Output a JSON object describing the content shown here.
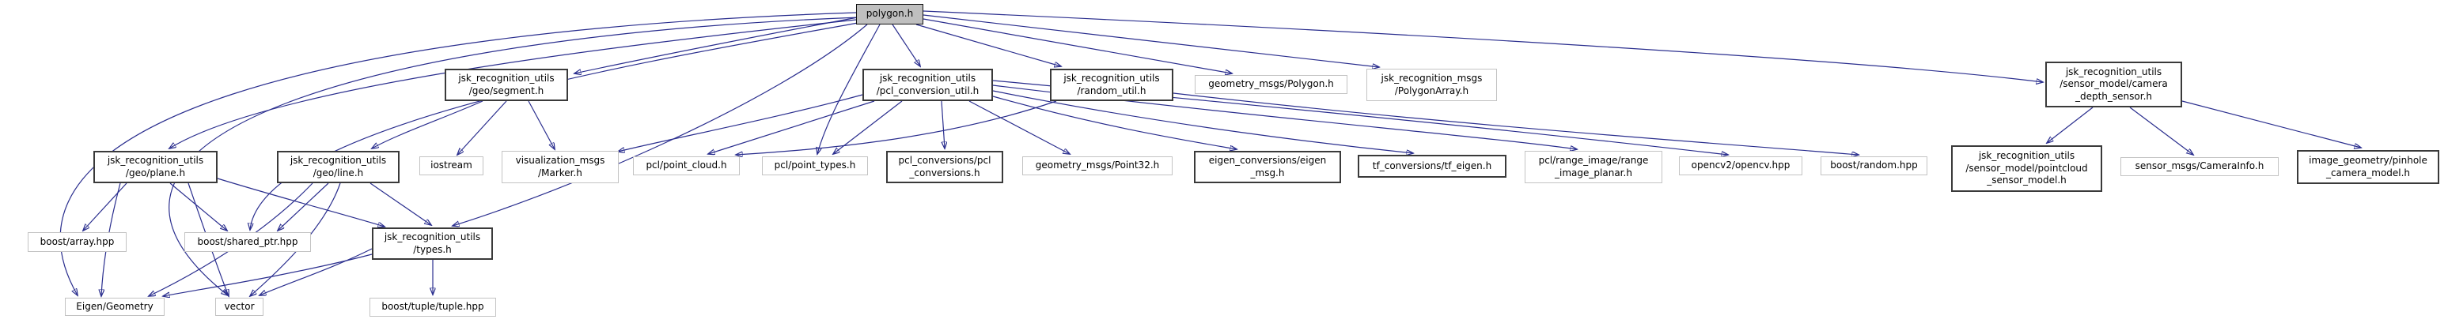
{
  "diagram": {
    "type": "include-dependency-graph",
    "root": "polygon.h",
    "edge_color": "#2a2e8e",
    "root_fill": "#bfbfbf",
    "nodes": {
      "polygon": {
        "label": "polygon.h",
        "kind": "root"
      },
      "segment": {
        "label": "jsk_recognition_utils\n/geo/segment.h",
        "kind": "linked"
      },
      "pcl_conversion_util": {
        "label": "jsk_recognition_utils\n/pcl_conversion_util.h",
        "kind": "linked"
      },
      "random_util": {
        "label": "jsk_recognition_utils\n/random_util.h",
        "kind": "linked"
      },
      "polygon_msg": {
        "label": "geometry_msgs/Polygon.h",
        "kind": "external"
      },
      "polygonarray_msg": {
        "label": "jsk_recognition_msgs\n/PolygonArray.h",
        "kind": "external"
      },
      "camera_depth": {
        "label": "jsk_recognition_utils\n/sensor_model/camera\n_depth_sensor.h",
        "kind": "linked"
      },
      "plane": {
        "label": "jsk_recognition_utils\n/geo/plane.h",
        "kind": "linked"
      },
      "line": {
        "label": "jsk_recognition_utils\n/geo/line.h",
        "kind": "linked"
      },
      "iostream": {
        "label": "iostream",
        "kind": "external"
      },
      "marker": {
        "label": "visualization_msgs\n/Marker.h",
        "kind": "external"
      },
      "point_cloud": {
        "label": "pcl/point_cloud.h",
        "kind": "external"
      },
      "point_types": {
        "label": "pcl/point_types.h",
        "kind": "external"
      },
      "pcl_conversions": {
        "label": "pcl_conversions/pcl\n_conversions.h",
        "kind": "linked"
      },
      "point32": {
        "label": "geometry_msgs/Point32.h",
        "kind": "external"
      },
      "eigen_msg": {
        "label": "eigen_conversions/eigen\n_msg.h",
        "kind": "linked"
      },
      "tf_eigen": {
        "label": "tf_conversions/tf_eigen.h",
        "kind": "linked"
      },
      "range_image": {
        "label": "pcl/range_image/range\n_image_planar.h",
        "kind": "external"
      },
      "opencv": {
        "label": "opencv2/opencv.hpp",
        "kind": "external"
      },
      "random_hpp": {
        "label": "boost/random.hpp",
        "kind": "external"
      },
      "pointcloud_sensor": {
        "label": "jsk_recognition_utils\n/sensor_model/pointcloud\n_sensor_model.h",
        "kind": "linked"
      },
      "camerainfo": {
        "label": "sensor_msgs/CameraInfo.h",
        "kind": "external"
      },
      "pinhole": {
        "label": "image_geometry/pinhole\n_camera_model.h",
        "kind": "linked"
      },
      "array_hpp": {
        "label": "boost/array.hpp",
        "kind": "external"
      },
      "shared_ptr": {
        "label": "boost/shared_ptr.hpp",
        "kind": "external"
      },
      "types": {
        "label": "jsk_recognition_utils\n/types.h",
        "kind": "linked"
      },
      "eigen_geometry": {
        "label": "Eigen/Geometry",
        "kind": "external"
      },
      "vector": {
        "label": "vector",
        "kind": "external"
      },
      "tuple": {
        "label": "boost/tuple/tuple.hpp",
        "kind": "external"
      }
    },
    "edges": [
      {
        "from": "polygon",
        "to": "segment"
      },
      {
        "from": "polygon",
        "to": "plane"
      },
      {
        "from": "polygon",
        "to": "eigen_geometry"
      },
      {
        "from": "polygon",
        "to": "vector"
      },
      {
        "from": "polygon",
        "to": "shared_ptr"
      },
      {
        "from": "polygon",
        "to": "types"
      },
      {
        "from": "polygon",
        "to": "point_types"
      },
      {
        "from": "polygon",
        "to": "pcl_conversion_util"
      },
      {
        "from": "polygon",
        "to": "random_util"
      },
      {
        "from": "polygon",
        "to": "polygon_msg"
      },
      {
        "from": "polygon",
        "to": "polygonarray_msg"
      },
      {
        "from": "polygon",
        "to": "camera_depth"
      },
      {
        "from": "segment",
        "to": "line"
      },
      {
        "from": "segment",
        "to": "iostream"
      },
      {
        "from": "segment",
        "to": "marker"
      },
      {
        "from": "plane",
        "to": "array_hpp"
      },
      {
        "from": "plane",
        "to": "shared_ptr"
      },
      {
        "from": "plane",
        "to": "types"
      },
      {
        "from": "plane",
        "to": "eigen_geometry"
      },
      {
        "from": "plane",
        "to": "vector"
      },
      {
        "from": "line",
        "to": "shared_ptr"
      },
      {
        "from": "line",
        "to": "types"
      },
      {
        "from": "line",
        "to": "eigen_geometry"
      },
      {
        "from": "line",
        "to": "vector"
      },
      {
        "from": "types",
        "to": "tuple"
      },
      {
        "from": "types",
        "to": "eigen_geometry"
      },
      {
        "from": "types",
        "to": "vector"
      },
      {
        "from": "pcl_conversion_util",
        "to": "marker"
      },
      {
        "from": "pcl_conversion_util",
        "to": "point_cloud"
      },
      {
        "from": "pcl_conversion_util",
        "to": "point_types"
      },
      {
        "from": "pcl_conversion_util",
        "to": "pcl_conversions"
      },
      {
        "from": "pcl_conversion_util",
        "to": "point32"
      },
      {
        "from": "pcl_conversion_util",
        "to": "eigen_msg"
      },
      {
        "from": "pcl_conversion_util",
        "to": "tf_eigen"
      },
      {
        "from": "pcl_conversion_util",
        "to": "range_image"
      },
      {
        "from": "pcl_conversion_util",
        "to": "opencv"
      },
      {
        "from": "random_util",
        "to": "point_cloud"
      },
      {
        "from": "random_util",
        "to": "random_hpp"
      },
      {
        "from": "camera_depth",
        "to": "pointcloud_sensor"
      },
      {
        "from": "camera_depth",
        "to": "camerainfo"
      },
      {
        "from": "camera_depth",
        "to": "pinhole"
      }
    ]
  }
}
